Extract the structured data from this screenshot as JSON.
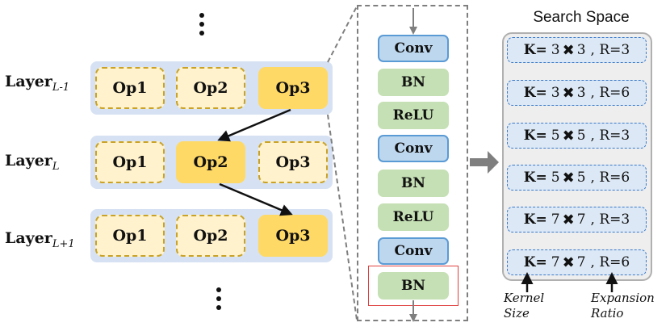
{
  "layers": [
    {
      "label_main": "Layer",
      "label_sub": "L-1",
      "ops": [
        "Op1",
        "Op2",
        "Op3"
      ],
      "selected": 2
    },
    {
      "label_main": "Layer",
      "label_sub": "L",
      "ops": [
        "Op1",
        "Op2",
        "Op3"
      ],
      "selected": 1
    },
    {
      "label_main": "Layer",
      "label_sub": "L+1",
      "ops": [
        "Op1",
        "Op2",
        "Op3"
      ],
      "selected": 2
    }
  ],
  "block_stack": [
    {
      "label": "Conv",
      "kind": "conv"
    },
    {
      "label": "BN",
      "kind": "bn"
    },
    {
      "label": "ReLU",
      "kind": "relu"
    },
    {
      "label": "Conv",
      "kind": "conv"
    },
    {
      "label": "BN",
      "kind": "bn"
    },
    {
      "label": "ReLU",
      "kind": "relu"
    },
    {
      "label": "Conv",
      "kind": "conv"
    },
    {
      "label": "BN",
      "kind": "bn"
    }
  ],
  "search_space": {
    "title": "Search Space",
    "items": [
      {
        "k_label": "K=",
        "k1": "3",
        "times": "✖",
        "k2": "3",
        "r": ", R=3"
      },
      {
        "k_label": "K=",
        "k1": "3",
        "times": "✖",
        "k2": "3",
        "r": ", R=6"
      },
      {
        "k_label": "K=",
        "k1": "5",
        "times": "✖",
        "k2": "5",
        "r": ", R=3"
      },
      {
        "k_label": "K=",
        "k1": "5",
        "times": "✖",
        "k2": "5",
        "r": ", R=6"
      },
      {
        "k_label": "K=",
        "k1": "7",
        "times": "✖",
        "k2": "7",
        "r": ", R=3"
      },
      {
        "k_label": "K=",
        "k1": "7",
        "times": "✖",
        "k2": "7",
        "r": ", R=6"
      }
    ]
  },
  "annotations": {
    "kernel_size_line1": "Kernel",
    "kernel_size_line2": "Size",
    "expansion_line1": "Expansion",
    "expansion_line2": "Ratio"
  },
  "colors": {
    "layer_bg": "#d6e2f3",
    "op_normal": "#fff2cc",
    "op_selected": "#ffd966",
    "conv_fill": "#bdd7ee",
    "bn_fill": "#c5e0b4",
    "highlight": "#e04040"
  }
}
